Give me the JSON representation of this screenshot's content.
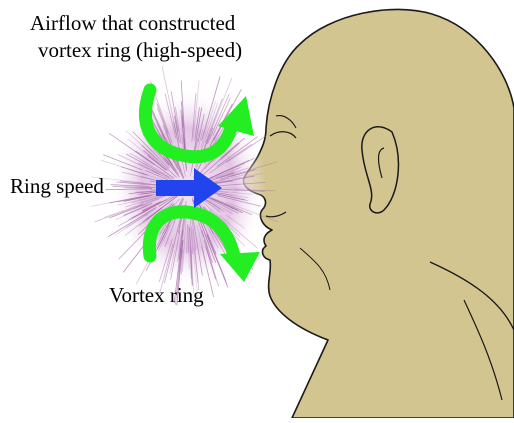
{
  "labels": {
    "airflow_line1": "Airflow that constructed",
    "airflow_line2": "vortex ring (high-speed)",
    "ring_speed": "Ring speed",
    "vortex_ring": "Vortex ring"
  },
  "colors": {
    "head_skin": "#d2c58f",
    "head_outline": "#1a1a1a",
    "airflow_arrow": "#22ee22",
    "speed_arrow": "#2244ee",
    "ring_fibers": "#9a5a9e",
    "background": "#ffffff"
  },
  "icons": {
    "head": "human-head-profile",
    "ring": "vortex-ring-fibers",
    "airflow": "curved-arrow",
    "speed": "straight-arrow"
  }
}
